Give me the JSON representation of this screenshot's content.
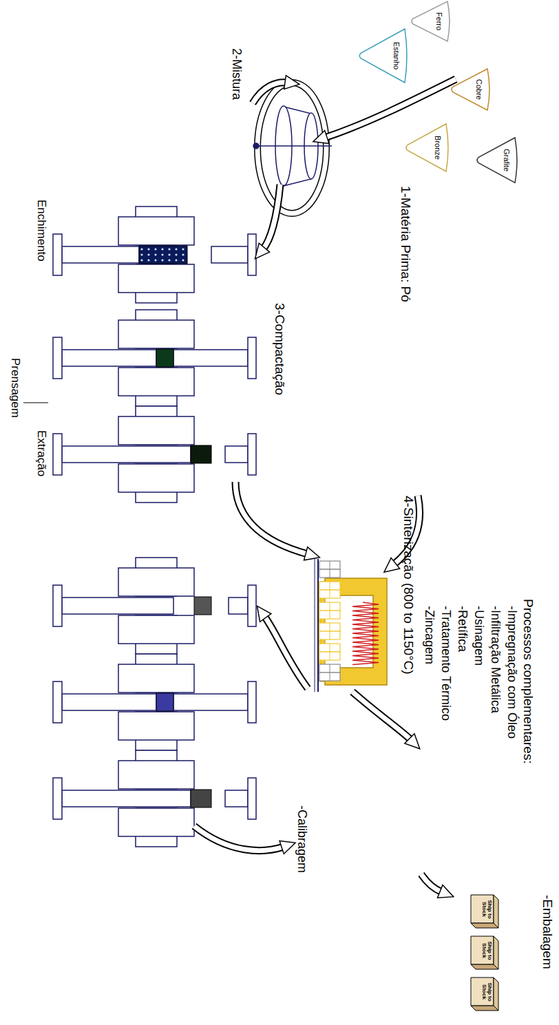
{
  "diagram": {
    "nodes": [
      {
        "text": [
          "Ferro"
        ]
      },
      {
        "text": [
          "Estanho"
        ]
      },
      {
        "text": [
          "Cobre"
        ]
      },
      {
        "text": [
          "Bronze"
        ]
      },
      {
        "text": [
          "Grafite"
        ]
      },
      {
        "text": [
          "Ship to Stock"
        ]
      },
      {
        "text": [
          "Ship to Stock"
        ]
      },
      {
        "text": [
          "Ship to Stock"
        ]
      }
    ],
    "labels": [
      "1-Matéria Prima: Pó",
      "2-Mistura",
      "3-Compactação",
      "Enchimento",
      "Prensagem",
      "Extração",
      "4-Sinterização (800 to 1150°C)",
      "-Calibragem",
      "Processos complementares:",
      "-Impregnação com Óleo",
      "-Infiltração Metálica",
      "-Usinagem",
      "-Retífica",
      "-Tratamento Térmico",
      "-Zincagem",
      "-Embalagem"
    ]
  }
}
